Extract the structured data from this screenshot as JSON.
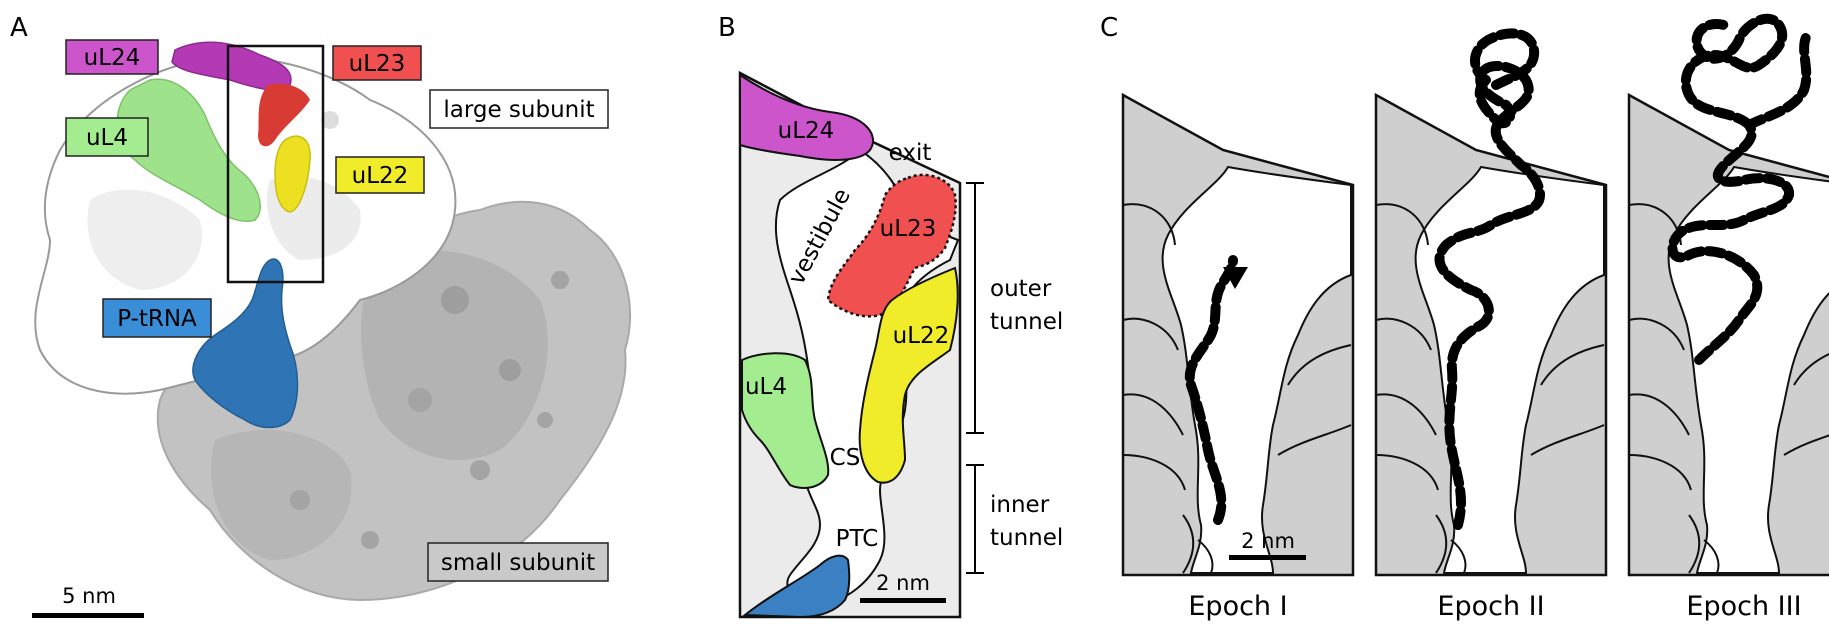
{
  "panels": {
    "a": {
      "letter": "A",
      "labels": {
        "ul24": "uL24",
        "ul23": "uL23",
        "ul4": "uL4",
        "ul22": "uL22",
        "large_subunit": "large subunit",
        "p_trna": "P-tRNA",
        "small_subunit": "small subunit"
      },
      "scale_bar": "5 nm"
    },
    "b": {
      "letter": "B",
      "labels": {
        "ul24": "uL24",
        "exit": "exit",
        "vestibule": "vestibule",
        "ul23": "uL23",
        "ul4": "uL4",
        "ul22": "uL22",
        "cs": "CS",
        "ptc": "PTC",
        "outer_tunnel_line1": "outer",
        "outer_tunnel_line2": "tunnel",
        "inner_tunnel_line1": "inner",
        "inner_tunnel_line2": "tunnel"
      },
      "scale_bar": "2 nm"
    },
    "c": {
      "letter": "C",
      "epochs": [
        "Epoch I",
        "Epoch II",
        "Epoch III"
      ],
      "scale_bar": "2 nm"
    }
  },
  "colors": {
    "ul24": "#cc55cc",
    "ul23": "#f0504f",
    "ul4": "#a3ec8f",
    "ul22": "#f0ec2a",
    "p_trna": "#3a80c3",
    "large_subunit": "#ffffff",
    "small_subunit": "#c9c9c9",
    "tunnel_wall": "#cfcfcf",
    "tunnel_bg": "#ebebeb"
  }
}
